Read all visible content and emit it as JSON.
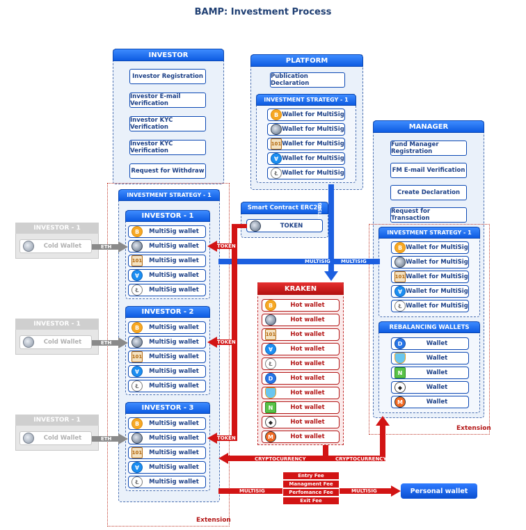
{
  "title": "BAMP: Investment Process",
  "investor_panel": {
    "head": "INVESTOR",
    "steps": [
      "Investor Registration",
      "Investor E-mail Verification",
      "Investor KYC Verification",
      "Investor KYC Verification",
      "Request for Withdraw"
    ]
  },
  "platform_panel": {
    "head": "PLATFORM",
    "step": "Publication Declaration",
    "strategy_head": "INVESTMENT STRATEGY - 1",
    "wallets": [
      "Wallet for MultiSig",
      "Wallet for MultiSig",
      "Wallet for MultiSig",
      "Wallet for MultiSig",
      "Wallet for MultiSig"
    ]
  },
  "manager_panel": {
    "head": "MANAGER",
    "steps": [
      "Fund Manager Registration",
      "FM E-mail Verification",
      "Create Declaration",
      "Request for Transaction"
    ],
    "strategy_head": "INVESTMENT STRATEGY - 1",
    "wallets": [
      "Wallet for MultiSig",
      "Wallet for MultiSig",
      "Wallet for MultiSig",
      "Wallet for MultiSig",
      "Wallet for MultiSig"
    ],
    "rebalancing_head": "REBALANCING WALLETS",
    "rebalancing": [
      "Wallet",
      "Wallet",
      "Wallet",
      "Wallet",
      "Wallet"
    ],
    "extension": "Extension"
  },
  "investor_strategy": {
    "head": "INVESTMENT STRATEGY - 1",
    "extension": "Extension",
    "groups": [
      {
        "head": "INVESTOR - 1",
        "wallets": [
          "MultiSig wallet",
          "MultiSig wallet",
          "MultiSig wallet",
          "MultiSig wallet",
          "MultiSig wallet"
        ]
      },
      {
        "head": "INVESTOR - 2",
        "wallets": [
          "MultiSig wallet",
          "MultiSig wallet",
          "MultiSig wallet",
          "MultiSig wallet",
          "MultiSig wallet"
        ]
      },
      {
        "head": "INVESTOR - 3",
        "wallets": [
          "MultiSig wallet",
          "MultiSig wallet",
          "MultiSig wallet",
          "MultiSig wallet",
          "MultiSig wallet"
        ]
      }
    ]
  },
  "external_investors": [
    {
      "head": "INVESTOR - 1",
      "wallet": "Cold Wallet"
    },
    {
      "head": "INVESTOR - 1",
      "wallet": "Cold Wallet"
    },
    {
      "head": "INVESTOR - 1",
      "wallet": "Cold Wallet"
    }
  ],
  "smart_contract": {
    "head": "Smart Contract ERC20",
    "token": "TOKEN"
  },
  "kraken": {
    "head": "KRAKEN",
    "wallets": [
      "Hot wallet",
      "Hot wallet",
      "Hot wallet",
      "Hot wallet",
      "Hot wallet",
      "Hot wallet",
      "Hot wallet",
      "Hot wallet",
      "Hot wallet",
      "Hot wallet"
    ]
  },
  "fees": [
    "Entry Fee",
    "Managment Fee",
    "Perfomance Fee",
    "Exit Fee"
  ],
  "personal_wallet": "Personal wallet",
  "arrow_labels": {
    "eth": "ETH",
    "token": "TOKEN",
    "multisig": "MULTISIG",
    "cryptocurrency": "CRYPTOCURRENCY"
  },
  "icons": {
    "five": [
      "bitcoin-icon",
      "moon-icon",
      "grid-icon",
      "ripple-icon",
      "litecoin-icon"
    ],
    "ten": [
      "bitcoin-icon",
      "moon-icon",
      "grid-icon",
      "ripple-icon",
      "litecoin-icon",
      "dash-icon",
      "shield-icon",
      "neo-icon",
      "ethereum-icon",
      "monero-icon"
    ],
    "rebalancing": [
      "dash-icon",
      "shield-icon",
      "neo-icon",
      "ethereum-icon",
      "monero-icon"
    ]
  }
}
